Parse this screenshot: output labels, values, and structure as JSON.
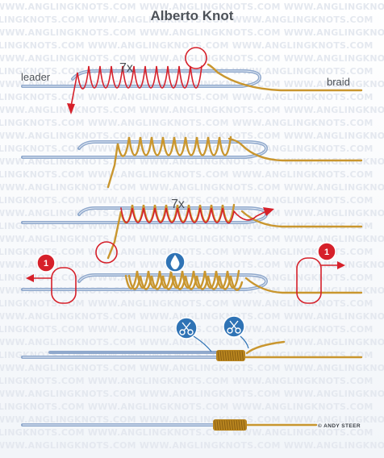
{
  "title": "Alberto Knot",
  "watermark": "WWW.ANGLINGKNOTS.COM",
  "labels": {
    "leader": "leader",
    "braid": "braid",
    "turns_step1": "7x",
    "turns_step3": "7x",
    "pull_left": "1",
    "pull_right": "1",
    "credit": "© ANDY STEER"
  },
  "icons": {
    "lubricate": "water-drop-icon",
    "trim_left": "scissors-icon",
    "trim_right": "scissors-icon"
  },
  "colors": {
    "leader": "#8fa8cc",
    "braid": "#c9962e",
    "wraps": "#d6202a",
    "badge_red": "#d6202a",
    "badge_blue": "#2f73b5",
    "title": "#4d5258"
  }
}
